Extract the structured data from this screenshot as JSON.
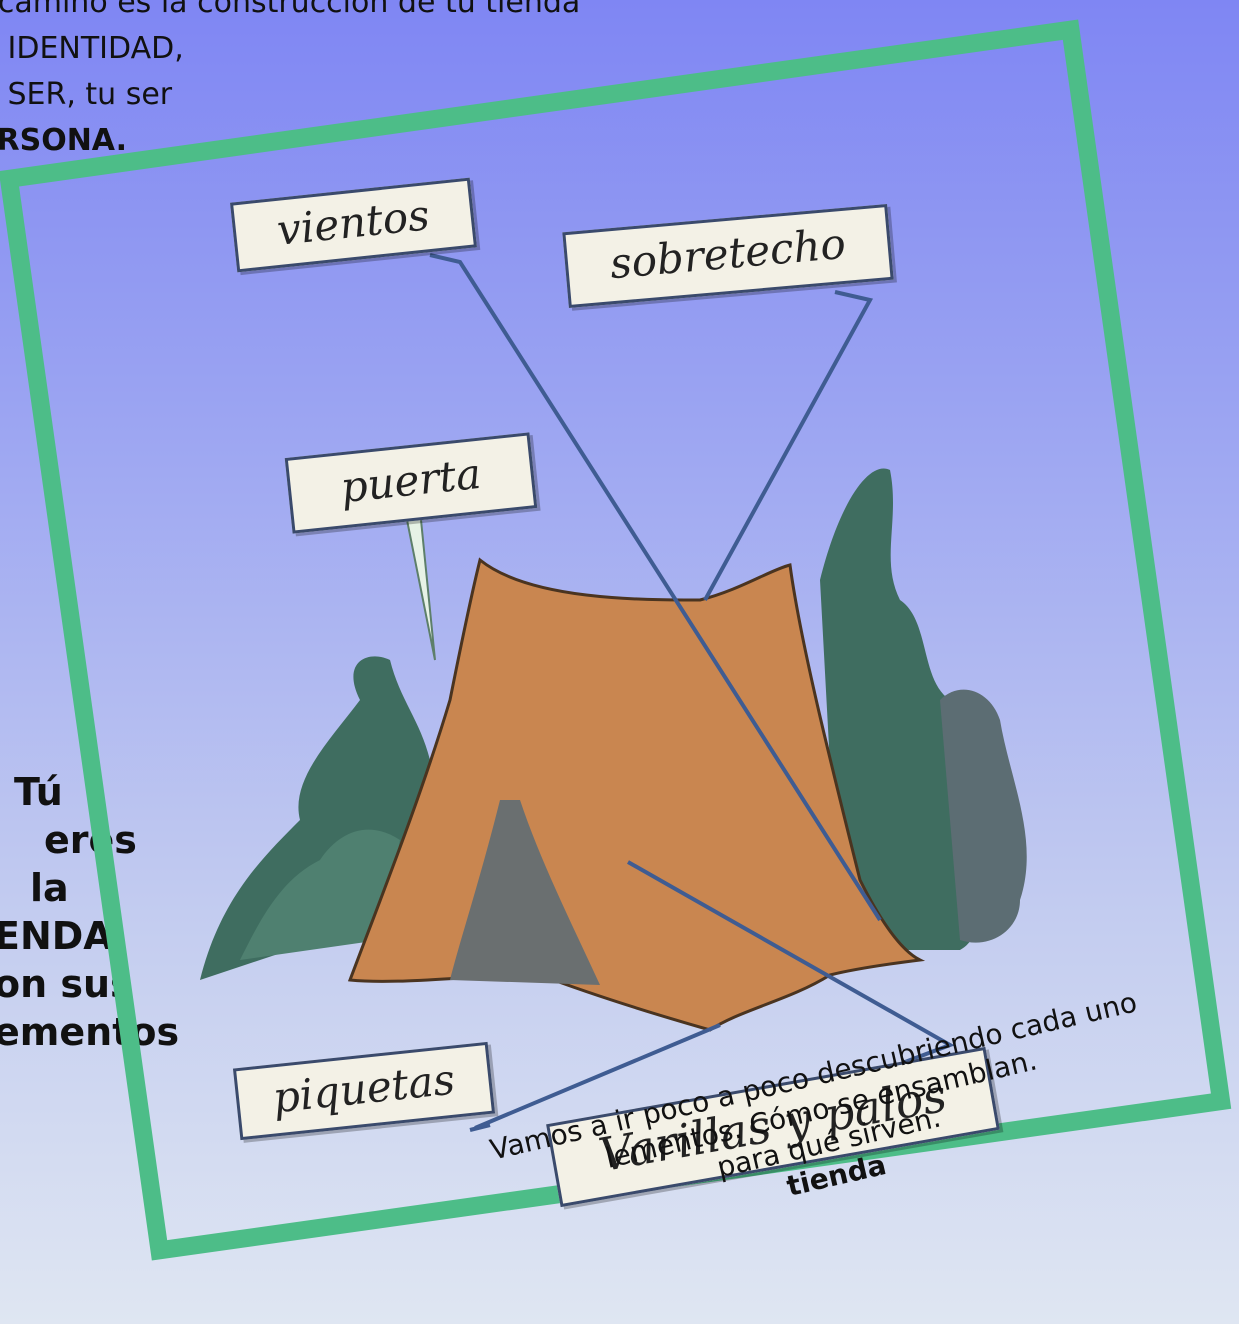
{
  "intro": {
    "line1": "l camino es la construcción de tu tienda",
    "line2": "U IDENTIDAD,",
    "line3": "U SER, tu ser",
    "line4": "ERSONA."
  },
  "side_message": [
    "Tú",
    "eres",
    "la",
    "ENDA",
    "on sus",
    "ementos"
  ],
  "labels": {
    "vientos": "vientos",
    "sobretecho": "sobretecho",
    "puerta": "puerta",
    "piquetas": "piquetas",
    "varillas": "Varillas y palos"
  },
  "caption": {
    "line1": "Vamos a ir poco a poco descubriendo cada uno",
    "line2": "lementos. Cómo se ensamblan.",
    "line3": "para qué sirven.",
    "line4": "tienda"
  },
  "colors": {
    "frame": "#4dbd88",
    "tent": "#c98650",
    "trees": "#3f6d60"
  }
}
